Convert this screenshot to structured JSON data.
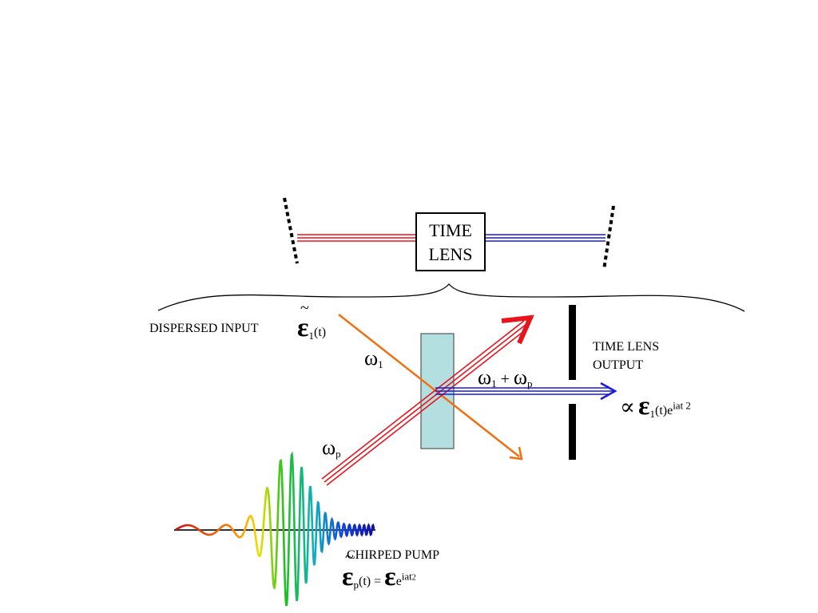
{
  "time_lens_box": {
    "line1": "TIME",
    "line2": "LENS"
  },
  "labels": {
    "dispersed_input": "DISPERSED INPUT",
    "time_lens_output_line1": "TIME LENS",
    "time_lens_output_line2": "OUTPUT",
    "chirped_pump": "CHIRPED PUMP"
  },
  "symbols": {
    "input_field": "ε",
    "input_sub": "1",
    "input_arg": "(t)",
    "omega1": "ω",
    "omega1_sub": "1",
    "omegap": "ω",
    "omegap_sub": "p",
    "sum_omega_a": "ω",
    "sum_sub_a": "1",
    "sum_plus": " + ",
    "sum_omega_b": "ω",
    "sum_sub_b": "p",
    "prop": "∝",
    "out_field": "ε",
    "out_sub": "1",
    "out_arg": "(t)e",
    "out_sup": "iat 2",
    "pump_field": "ε",
    "pump_sub": "p",
    "pump_arg": "(t) = ",
    "pump_eps": "ε",
    "pump_e": "e",
    "pump_sup": "iat",
    "pump_sup2": "2"
  },
  "colors": {
    "red": "#e8141c",
    "blue": "#1a1ad8",
    "orange": "#f07010",
    "crystal": "#b4dfe0"
  }
}
